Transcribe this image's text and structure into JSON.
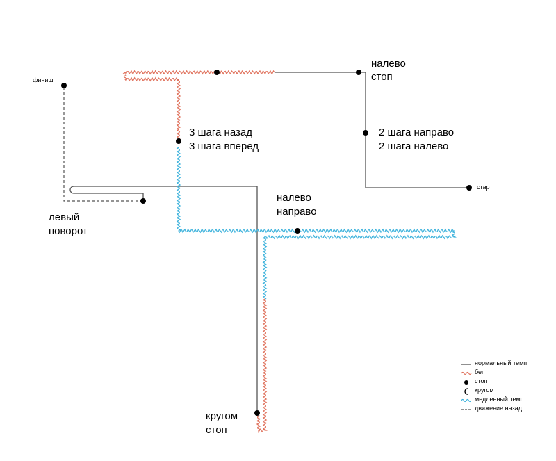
{
  "labels": {
    "finish": "финиш",
    "start": "старт",
    "left_stop_1": "налево",
    "left_stop_2": "стоп",
    "steps_right_1": "2 шага направо",
    "steps_right_2": "2 шага налево",
    "steps_back_1": "3 шага назад",
    "steps_back_2": "3 шага вперед",
    "left_right_1": "налево",
    "left_right_2": "направо",
    "left_turn_1": "левый",
    "left_turn_2": "поворот",
    "about_stop_1": "кругом",
    "about_stop_2": "стоп"
  },
  "legend": [
    {
      "icon": "normal-pace-line",
      "text": "нормальный темп"
    },
    {
      "icon": "run-wave",
      "text": "бег"
    },
    {
      "icon": "stop-dot",
      "text": "стоп"
    },
    {
      "icon": "about-turn-hook",
      "text": "кругом"
    },
    {
      "icon": "slow-pace-wave",
      "text": "медленный темп"
    },
    {
      "icon": "backward-dash",
      "text": "движение назад"
    }
  ],
  "colors": {
    "normal": "#555555",
    "run": "#e0735e",
    "slow": "#3fb3dc",
    "backward": "#555555",
    "stop": "#000000"
  }
}
